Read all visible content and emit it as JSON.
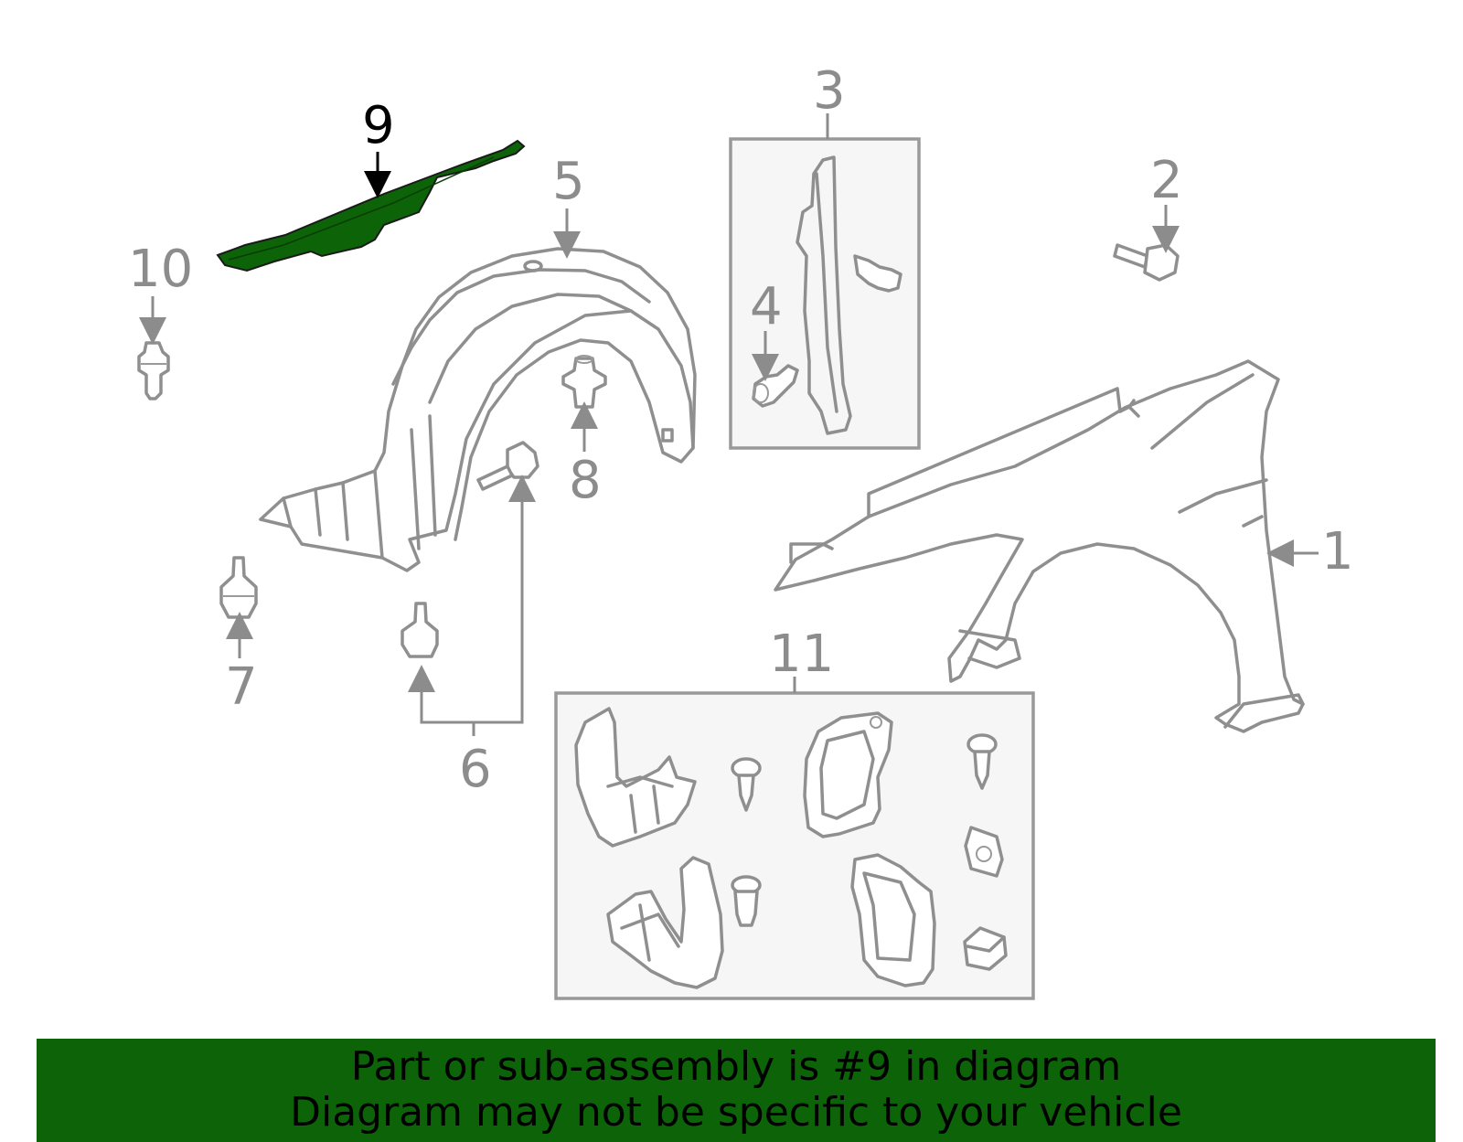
{
  "callouts": {
    "c1": "1",
    "c2": "2",
    "c3": "3",
    "c4": "4",
    "c5": "5",
    "c6": "6",
    "c7": "7",
    "c8": "8",
    "c9": "9",
    "c10": "10",
    "c11": "11"
  },
  "highlight": {
    "part": "9",
    "color": "#0d6308"
  },
  "banner": {
    "line1": "Part or sub-assembly is #9 in diagram",
    "line2": "Diagram may not be specific to your vehicle",
    "color": "#0d6308"
  }
}
